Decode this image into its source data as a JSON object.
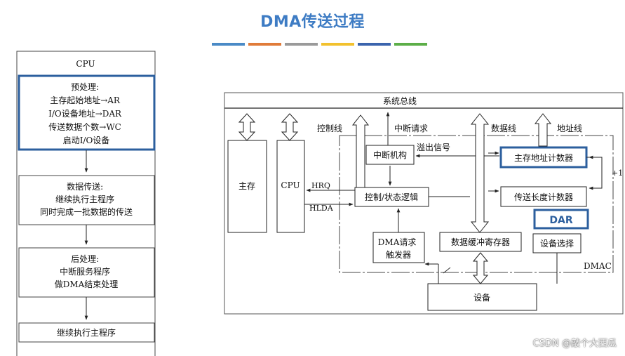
{
  "title": "DMA传送过程",
  "title_color": "#3e7cc4",
  "color_bar": [
    "#4a8ac6",
    "#e07b39",
    "#9a9a9a",
    "#f2c12e",
    "#3b64ad",
    "#5cae48"
  ],
  "flowchart": {
    "header": "CPU",
    "steps": [
      {
        "lines": [
          "预处理:",
          "主存起始地址→AR",
          "I/O设备地址→DAR",
          "传送数据个数→WC",
          "启动I/O设备"
        ]
      },
      {
        "lines": [
          "数据传送:",
          "继续执行主程序",
          "同时完成一批数据的传送"
        ]
      },
      {
        "lines": [
          "后处理:",
          "中断服务程序",
          "做DMA结束处理"
        ]
      },
      {
        "lines": [
          "继续执行主程序"
        ]
      }
    ]
  },
  "diagram": {
    "system_bus": "系统总线",
    "control_line": "控制线",
    "interrupt_request": "中断请求",
    "data_line": "数据线",
    "address_line": "地址线",
    "main_memory": "主存",
    "cpu": "CPU",
    "hrq": "HRQ",
    "hlda": "HLDA",
    "interrupt_mechanism": "中断机构",
    "overflow_signal": "溢出信号",
    "main_addr_counter": "主存地址计数器",
    "transfer_len_counter": "传送长度计数器",
    "control_status_logic": "控制/状态逻辑",
    "dar": "DAR",
    "dma_request": "DMA请求触发器",
    "data_buffer": "数据缓冲寄存器",
    "device_select": "设备选择",
    "dmac": "DMAC",
    "device": "设备",
    "plus_one": "+1"
  },
  "watermark": "CSDN @敲个大西瓜"
}
